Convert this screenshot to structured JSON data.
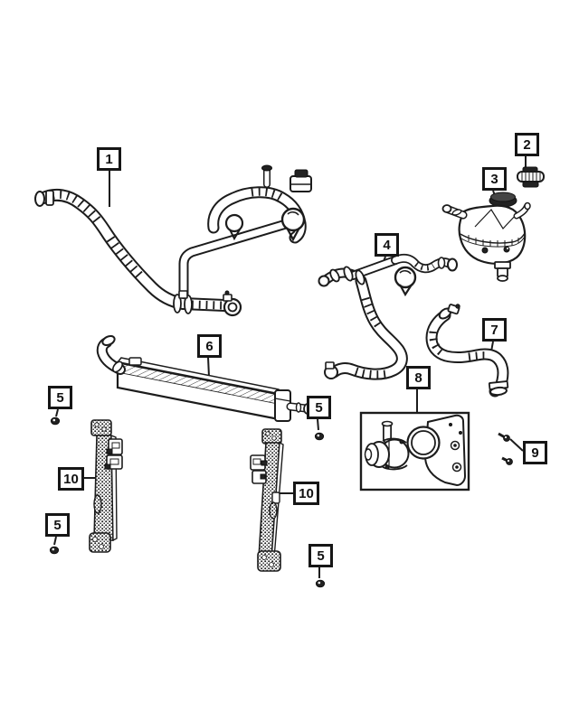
{
  "diagram": {
    "kind": "cooling-system-parts-diagram",
    "background_color": "#ffffff",
    "line_color": "#1c1c1c",
    "callouts": {
      "c1": {
        "label": "1"
      },
      "c2": {
        "label": "2"
      },
      "c3": {
        "label": "3"
      },
      "c4": {
        "label": "4"
      },
      "c5a": {
        "label": "5"
      },
      "c5b": {
        "label": "5"
      },
      "c5c": {
        "label": "5"
      },
      "c5d": {
        "label": "5"
      },
      "c6": {
        "label": "6"
      },
      "c7": {
        "label": "7"
      },
      "c8": {
        "label": "8"
      },
      "c9": {
        "label": "9"
      },
      "c10a": {
        "label": "10"
      },
      "c10b": {
        "label": "10"
      }
    }
  }
}
